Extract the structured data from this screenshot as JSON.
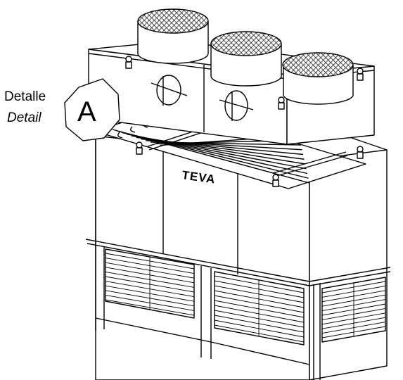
{
  "callout": {
    "label_es": "Detalle",
    "label_en": "Detail",
    "letter": "A"
  },
  "brand": {
    "logo_text": "TEVA"
  },
  "colors": {
    "line": "#000000",
    "background": "#ffffff",
    "grille": "#333333"
  }
}
